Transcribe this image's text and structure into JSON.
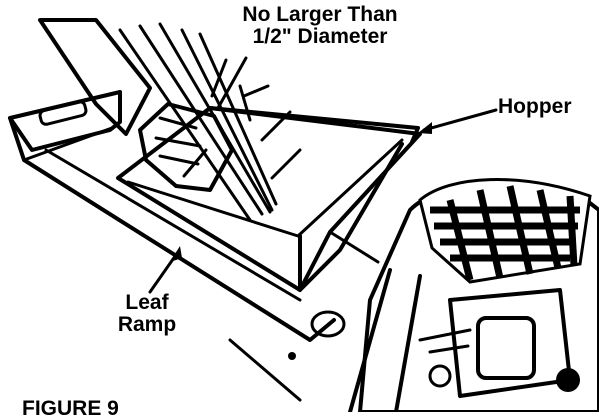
{
  "callouts": {
    "title_line1": "No Larger Than",
    "title_line2": "1/2\" Diameter",
    "hopper": "Hopper",
    "leaf_line1": "Leaf",
    "leaf_line2": "Ramp",
    "figure_label": "FIGURE 9"
  }
}
